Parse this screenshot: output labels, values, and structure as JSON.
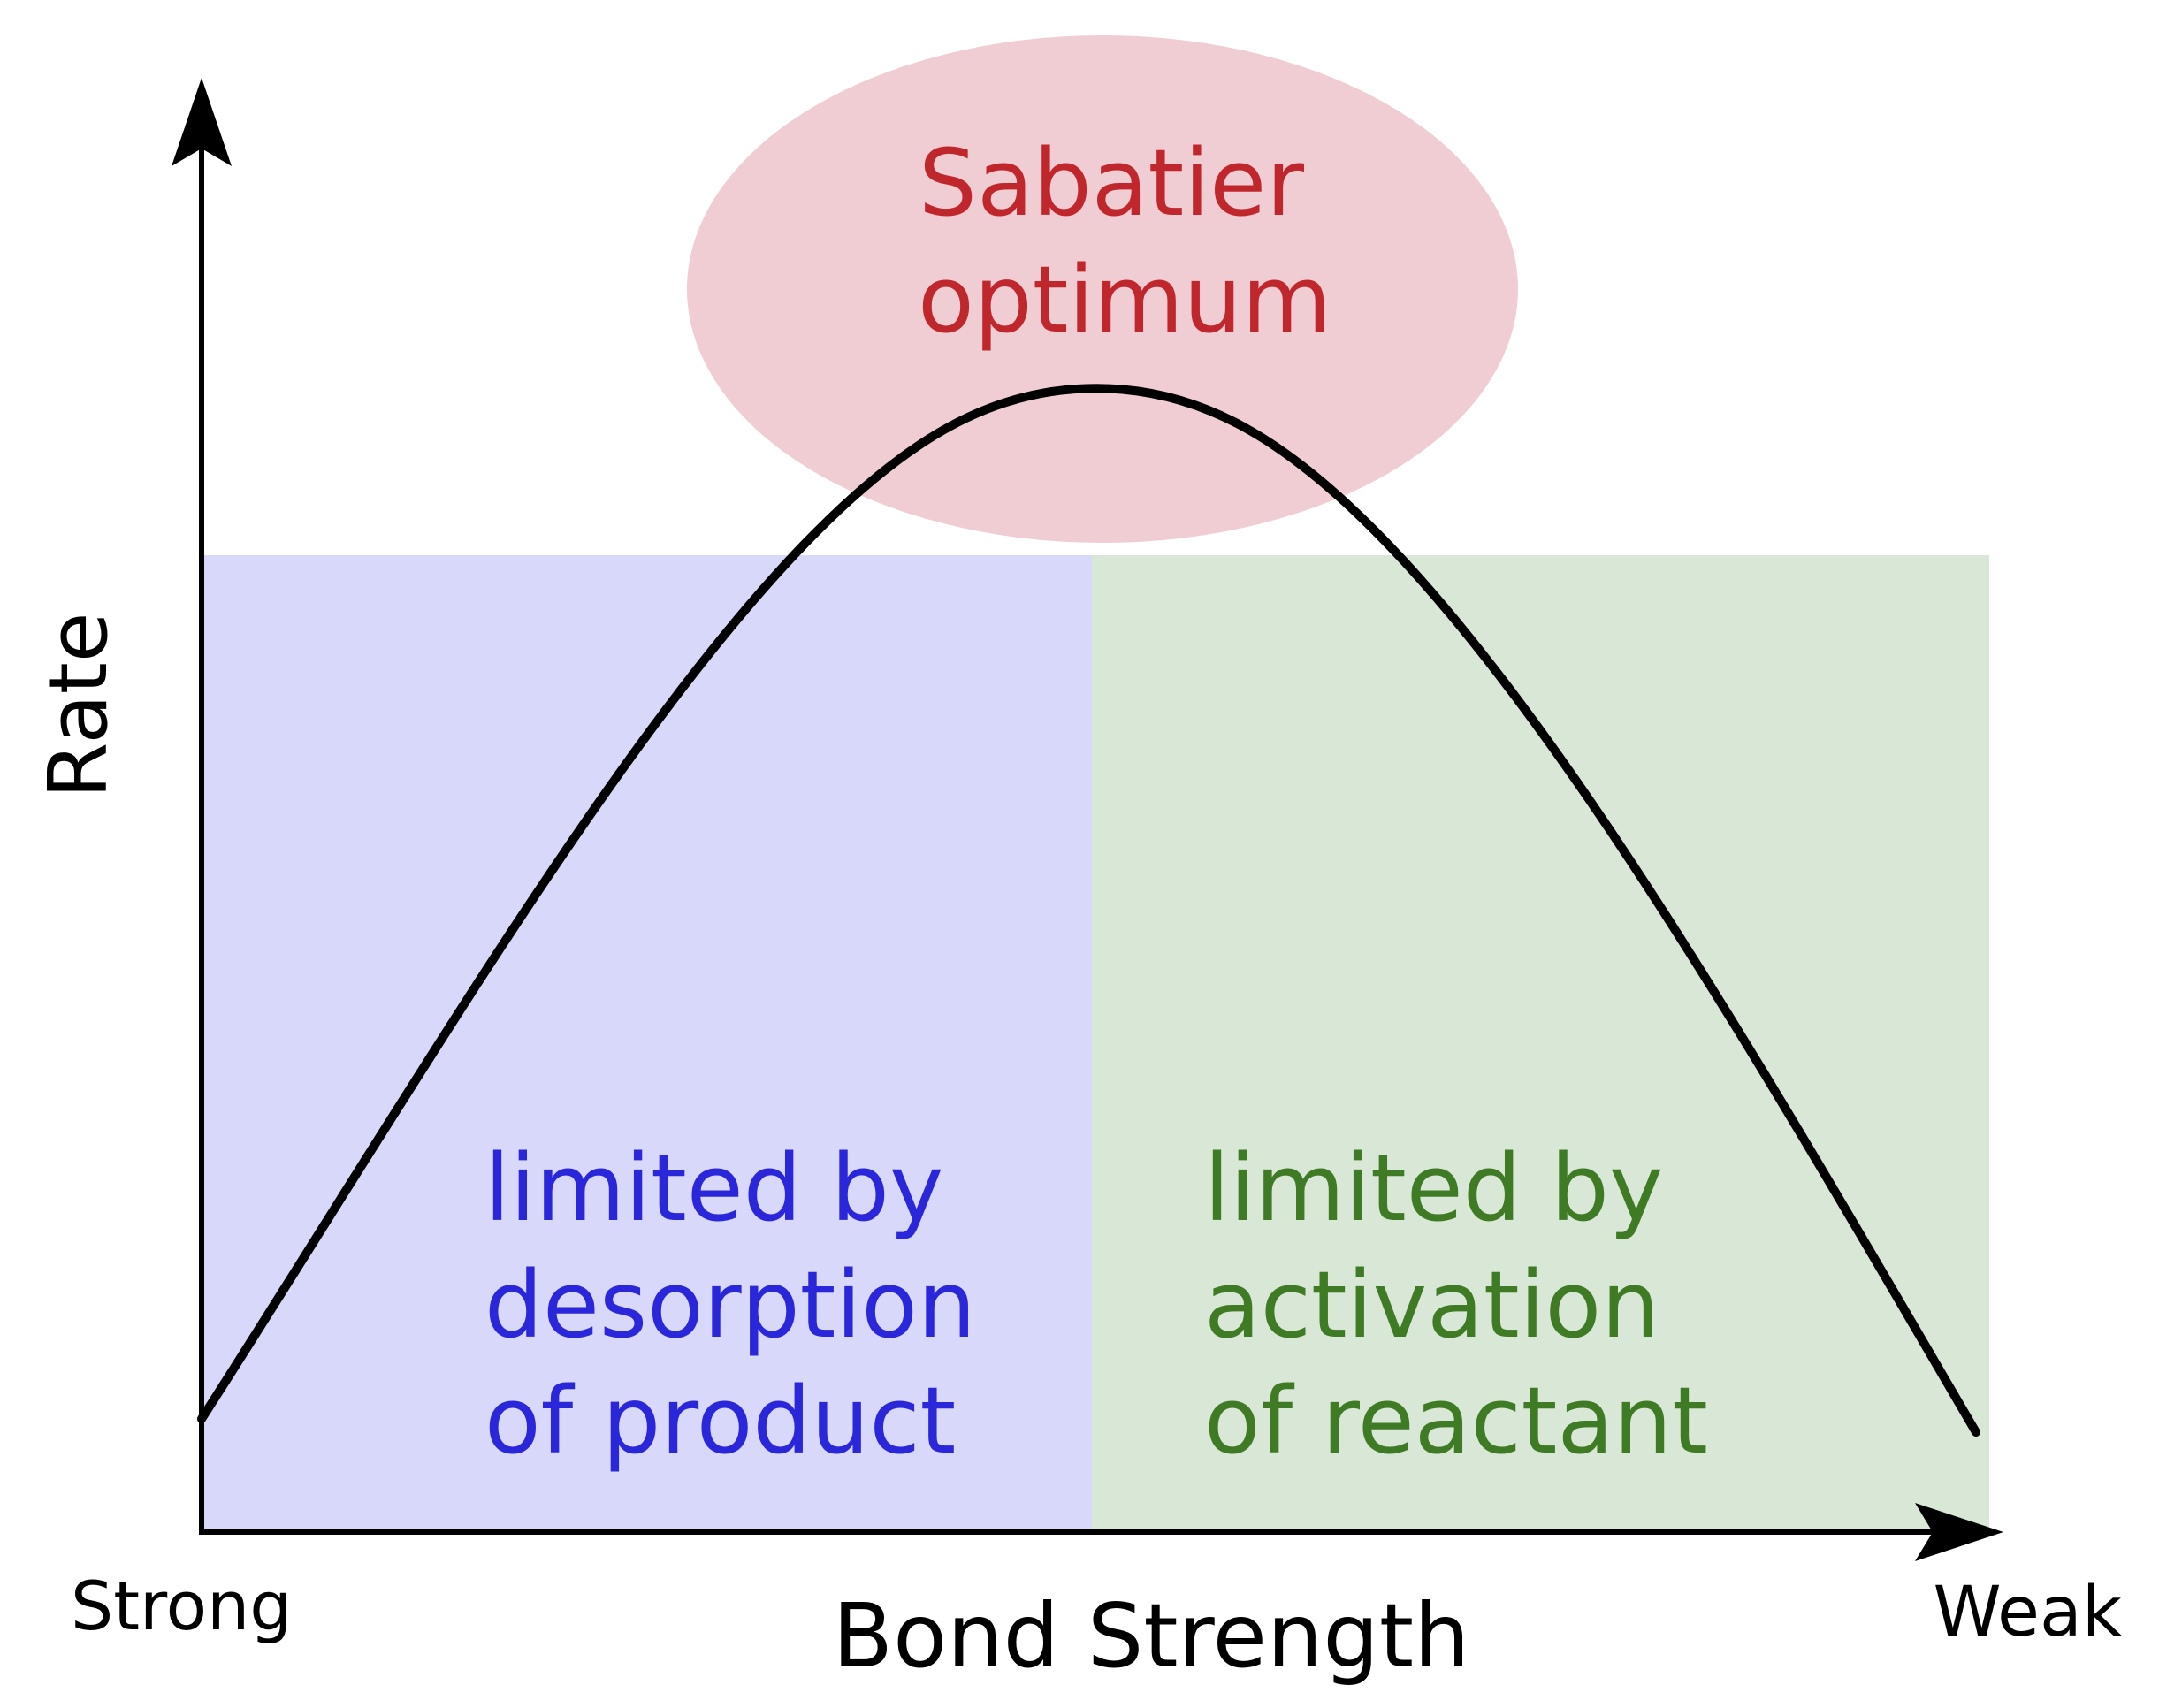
{
  "diagram": {
    "y_axis_label": "Rate",
    "x_axis_label": "Bond Strength",
    "x_start_label": "Strong",
    "x_end_label": "Weak",
    "optimum": {
      "lines": [
        "Sabatier",
        "optimum"
      ]
    },
    "left_region": {
      "lines": [
        "limited by",
        "desorption",
        "of product"
      ]
    },
    "right_region": {
      "lines": [
        "limited by",
        "activation",
        "of reactant"
      ]
    }
  },
  "colors": {
    "left_region_fill": "#d8d8fb",
    "right_region_fill": "#d9e7d6",
    "optimum_fill": "#efcdd2",
    "optimum_text": "#c0272d",
    "left_text": "#2a26d9",
    "right_text": "#3f7a25",
    "curve": "#000000",
    "axis": "#000000"
  }
}
